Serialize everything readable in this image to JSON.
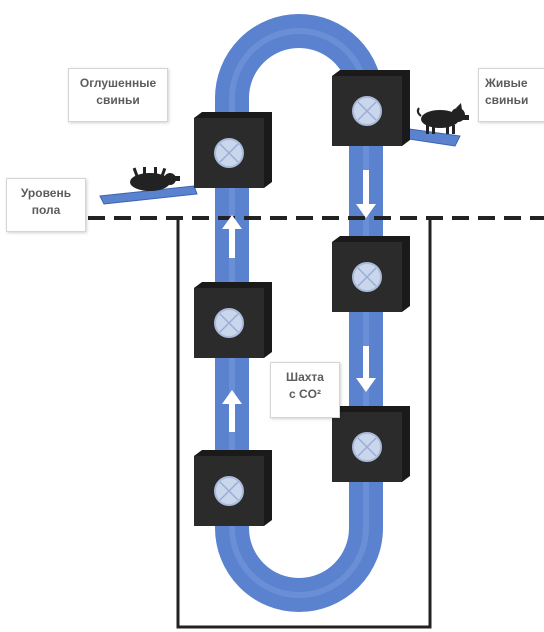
{
  "labels": {
    "stunned_pigs": [
      "Оглушенные",
      "свиньи"
    ],
    "live_pigs": [
      "Живые",
      "свиньи"
    ],
    "floor_level": [
      "Уровень",
      "пола"
    ],
    "co2_shaft": [
      "Шахта",
      "с CO²"
    ]
  },
  "colors": {
    "track": "#5b82cf",
    "gondola": "#2b2b2b",
    "gondola_window": "#c9d6ec",
    "arrow": "#ffffff",
    "pit": "#222222",
    "label_text": "#5c5c5c"
  },
  "icons": {
    "pig_left": "pig-icon",
    "pig_right": "pig-icon",
    "arrow": "arrow-icon"
  }
}
